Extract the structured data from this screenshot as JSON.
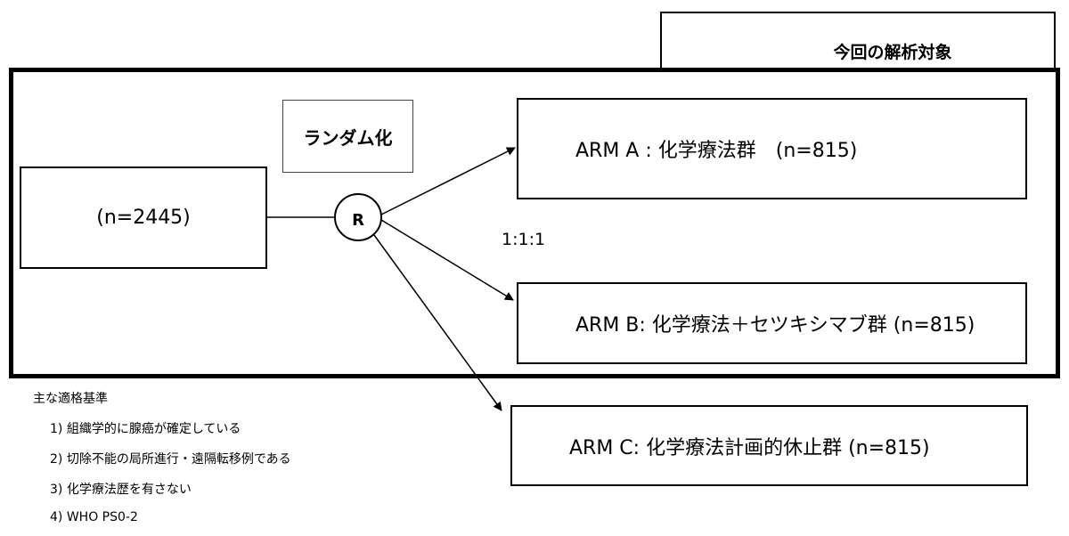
{
  "analysis_target": "今回の解析対象",
  "randomization_box": "ランダム化",
  "enrollment": "(n=2445)",
  "randomize_symbol": "R",
  "ratio": "1:1:1",
  "arms": [
    {
      "label": "ARM A : 化学療法群　(n=815)"
    },
    {
      "label": "ARM B:  化学療法＋セツキシマブ群 (n=815)"
    },
    {
      "label": "ARM C:  化学療法計画的休止群 (n=815)"
    }
  ],
  "criteria": {
    "title": "主な適格基準",
    "items": [
      "1) 組織学的に腺癌が確定している",
      "2) 切除不能の局所進行・遠隔転移例である",
      "3) 化学療法歴を有さない",
      "4) WHO PS0-2"
    ]
  }
}
